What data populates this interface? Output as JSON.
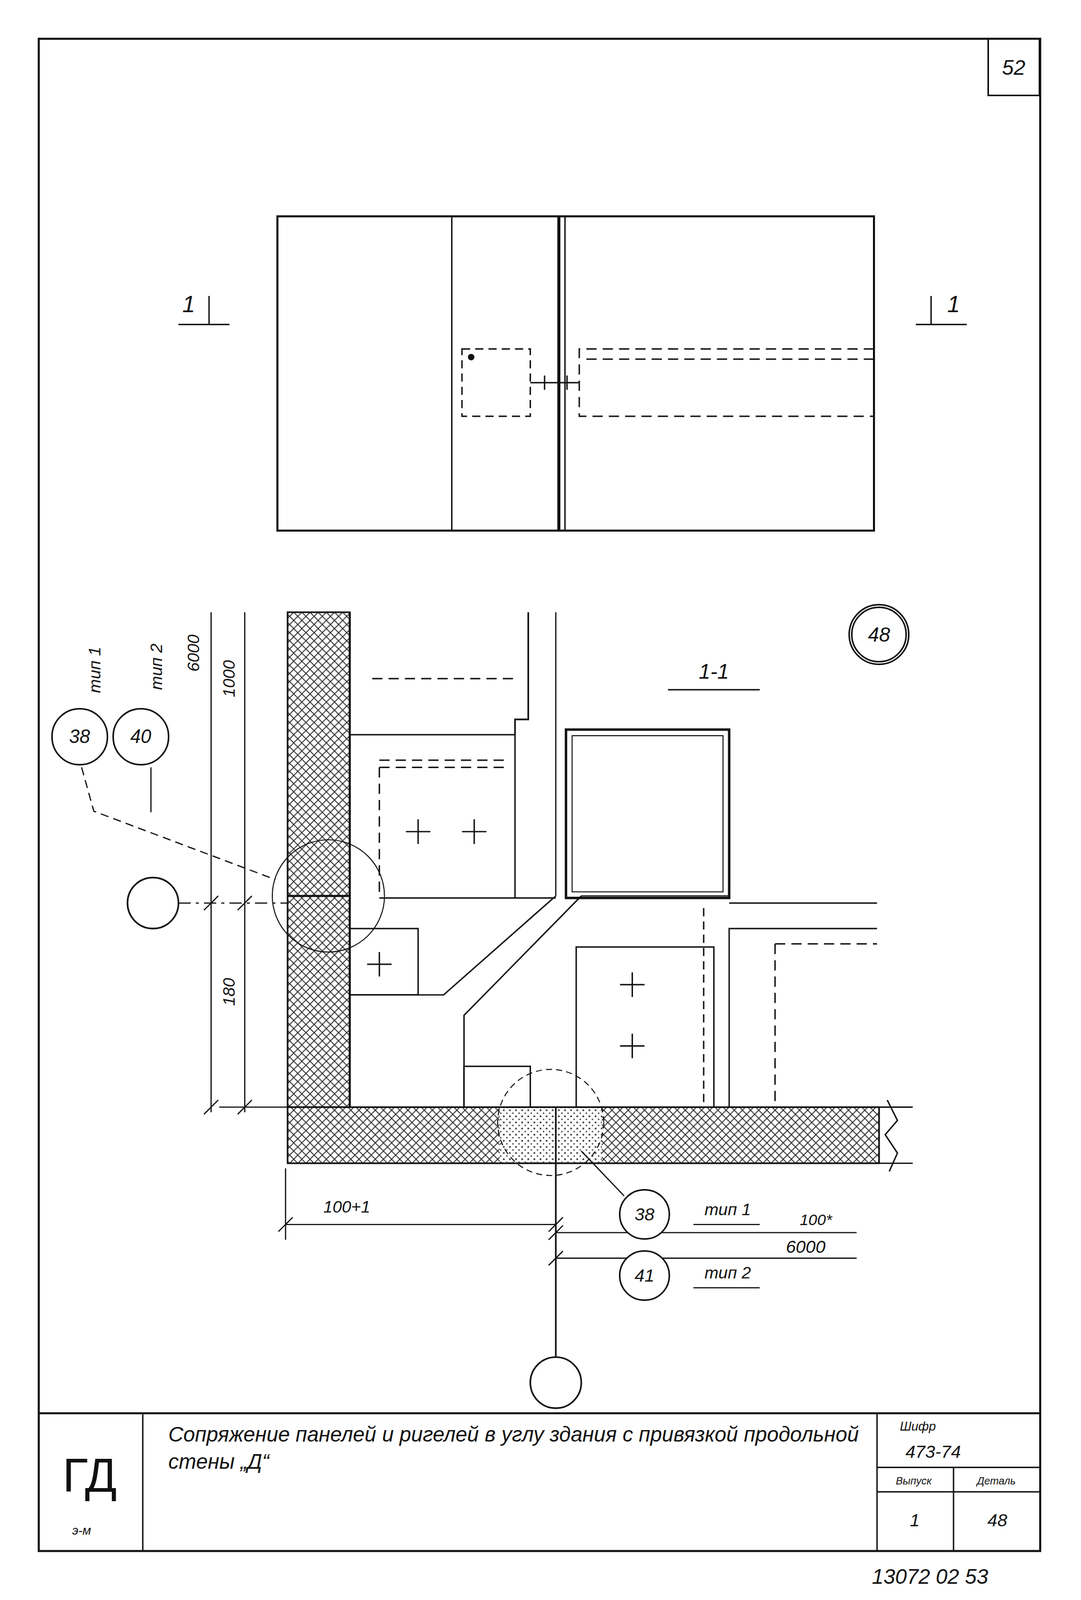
{
  "diagram": {
    "title": "Сопряжение панелей и ригелей в углу здания с привязкой продольной стены „Д“",
    "nodes": [
      {
        "text": [
          "52"
        ]
      },
      {
        "text": [
          "48"
        ]
      },
      {
        "text": [
          "38",
          "тип 1"
        ]
      },
      {
        "text": [
          "40",
          "тип 2"
        ]
      },
      {
        "text": [
          "38",
          "тип 1"
        ]
      },
      {
        "text": [
          "41",
          "тип 2"
        ]
      }
    ],
    "labels": [
      "1",
      "1",
      "1-1",
      "6000",
      "1000",
      "180",
      "100+1",
      "100*",
      "6000",
      "ГД",
      "э-м",
      "Шифр",
      "473-74",
      "Выпуск",
      "Деталь",
      "1",
      "48",
      "13072 02 53"
    ]
  }
}
